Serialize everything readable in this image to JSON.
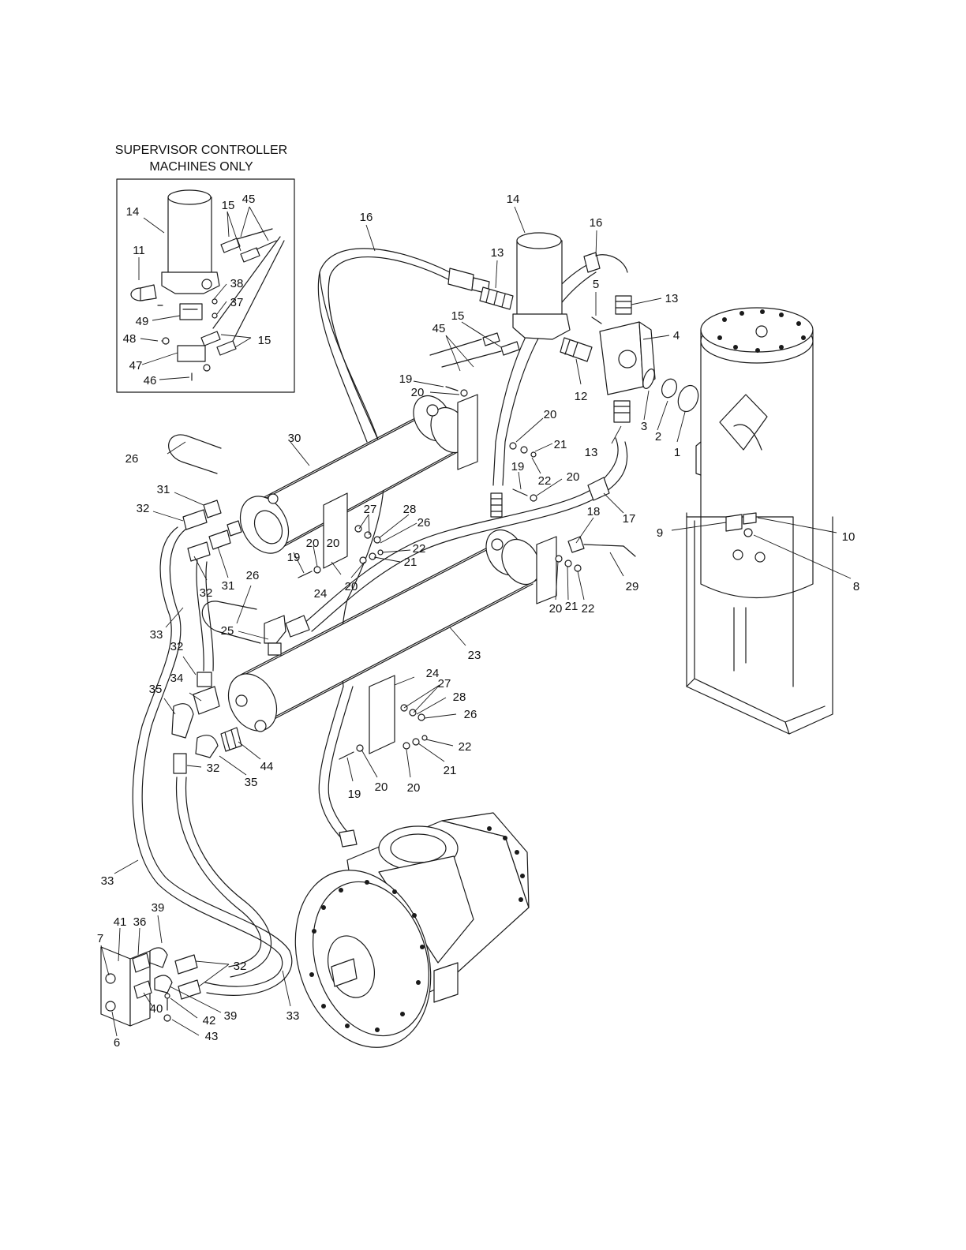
{
  "inset": {
    "title_line1": "SUPERVISOR CONTROLLER",
    "title_line2": "MACHINES ONLY",
    "labels": [
      "14",
      "15",
      "45",
      "11",
      "38",
      "37",
      "49",
      "48",
      "15",
      "47",
      "46"
    ]
  },
  "callouts": [
    "16",
    "14",
    "16",
    "13",
    "13",
    "5",
    "4",
    "15",
    "45",
    "12",
    "3",
    "2",
    "1",
    "19",
    "20",
    "20",
    "21",
    "13",
    "22",
    "19",
    "20",
    "17",
    "26",
    "30",
    "31",
    "32",
    "27",
    "28",
    "26",
    "22",
    "21",
    "20",
    "19",
    "20",
    "32",
    "31",
    "24",
    "20",
    "18",
    "9",
    "10",
    "8",
    "29",
    "20",
    "21",
    "22",
    "26",
    "25",
    "33",
    "23",
    "32",
    "24",
    "27",
    "28",
    "26",
    "34",
    "35",
    "22",
    "21",
    "44",
    "32",
    "35",
    "19",
    "20",
    "20",
    "33",
    "39",
    "41",
    "36",
    "7",
    "32",
    "40",
    "39",
    "42",
    "43",
    "6",
    "33"
  ]
}
